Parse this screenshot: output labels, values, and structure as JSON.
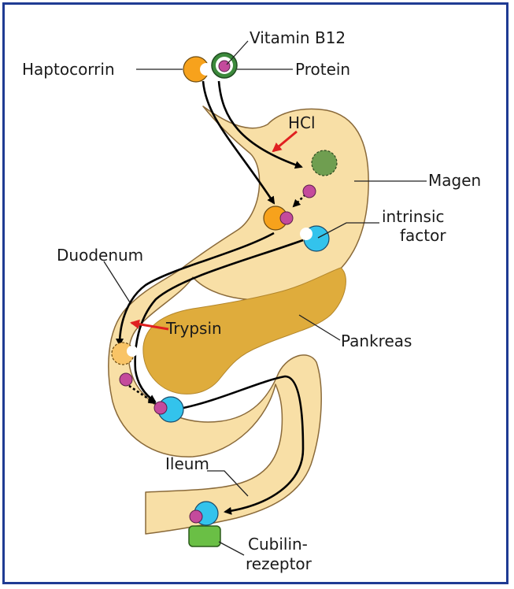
{
  "labels": {
    "vitamin": "Vitamin B12",
    "haptocorrin": "Haptocorrin",
    "protein": "Protein",
    "hcl": "HCl",
    "magen": "Magen",
    "intrinsic_1": "intrinsic",
    "intrinsic_2": "factor",
    "duodenum": "Duodenum",
    "trypsin": "Trypsin",
    "pankreas": "Pankreas",
    "ileum": "Ileum",
    "cubilin_1": "Cubilin-",
    "cubilin_2": "rezeptor"
  },
  "colors": {
    "frame": "#1f3b93",
    "organ_fill": "#f8dfa6",
    "organ_stroke": "#8a6a3a",
    "pancreas_fill": "#dfac3c",
    "haptocorrin": "#f7a21c",
    "vitamin_b12": "#c44a9c",
    "protein": "#3c8a3c",
    "digested_protein": "#6f9e50",
    "intrinsic_factor": "#33c3ec",
    "cubilin_receptor": "#6abf45",
    "enzyme_arrow": "#e02020"
  }
}
